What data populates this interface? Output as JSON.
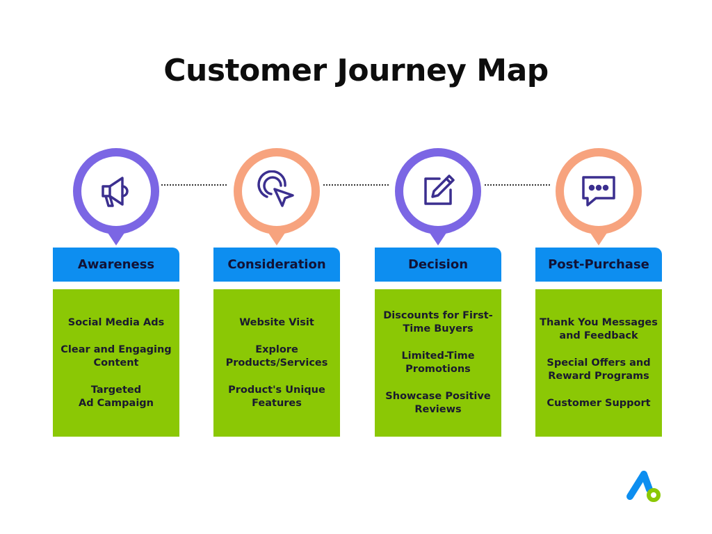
{
  "title": "Customer Journey Map",
  "stages": [
    {
      "label": "Awareness",
      "icon": "megaphone-icon",
      "color": "#7b66e4",
      "items": [
        "Social Media Ads",
        "Clear and Engaging\nContent",
        "Targeted\nAd Campaign"
      ]
    },
    {
      "label": "Consideration",
      "icon": "cursor-click-icon",
      "color": "#f7a37e",
      "items": [
        "Website Visit",
        "Explore\nProducts/Services",
        "Product's Unique\nFeatures"
      ]
    },
    {
      "label": "Decision",
      "icon": "edit-icon",
      "color": "#7b66e4",
      "items": [
        "Discounts for First-\nTime Buyers",
        "Limited-Time\nPromotions",
        "Showcase Positive\nReviews"
      ]
    },
    {
      "label": "Post-Purchase",
      "icon": "chat-bubble-icon",
      "color": "#f7a37e",
      "items": [
        "Thank You Messages\nand Feedback",
        "Special Offers and\nReward Programs",
        "Customer Support"
      ]
    }
  ],
  "colors": {
    "header": "#0d8ef0",
    "box": "#8bc805",
    "purple": "#7b66e4",
    "salmon": "#f7a37e"
  }
}
